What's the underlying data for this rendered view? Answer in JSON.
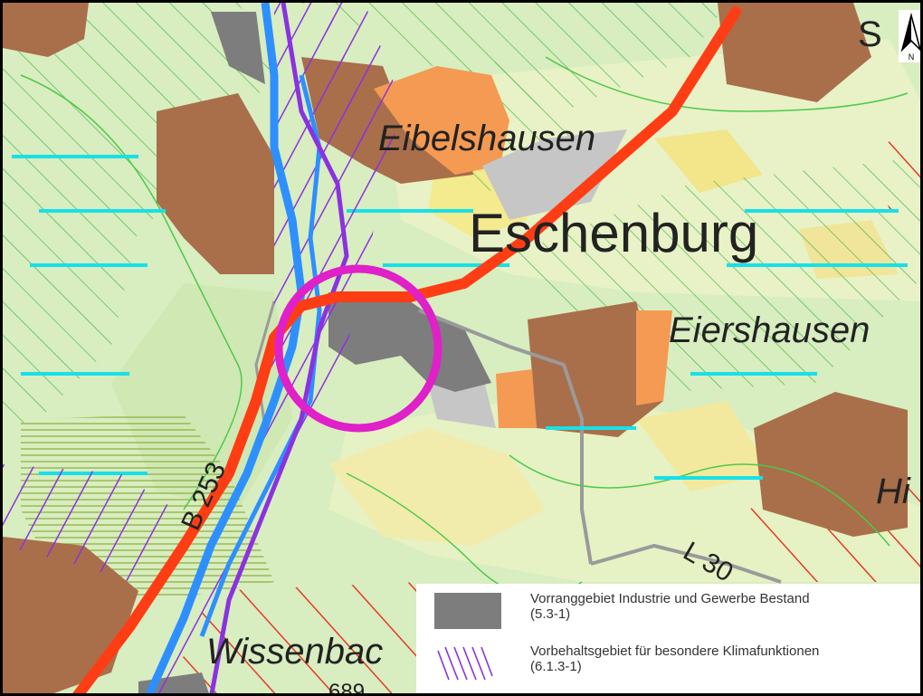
{
  "places": {
    "eibelshausen": "Eibelshausen",
    "eschenburg": "Eschenburg",
    "eiershausen": "Eiershausen",
    "wissenbach": "Wissenbac",
    "hi": "Hi",
    "top_right_s": "S"
  },
  "roads": {
    "b253": "B 253",
    "l30": "L 30"
  },
  "elevation": "689",
  "north_label": "N",
  "legend": {
    "items": [
      {
        "label": "Vorranggebiet Industrie und Gewerbe Bestand",
        "code": "(5.3-1)",
        "swatch": "solid-gray"
      },
      {
        "label": "Vorbehaltsgebiet für besondere Klimafunktionen",
        "code": "(6.1.3-1)",
        "swatch": "purple-hatch"
      }
    ]
  },
  "colors": {
    "highlight_circle": "#e020c8",
    "federal_road": "#ff3d14",
    "river": "#2e8fff",
    "industry": "#7d7d7d",
    "settlement": "#a86f4a",
    "climate_hatch": "#8a32e0",
    "forest_hatch": "#4cb84c",
    "wind_line": "#18e0e8"
  }
}
